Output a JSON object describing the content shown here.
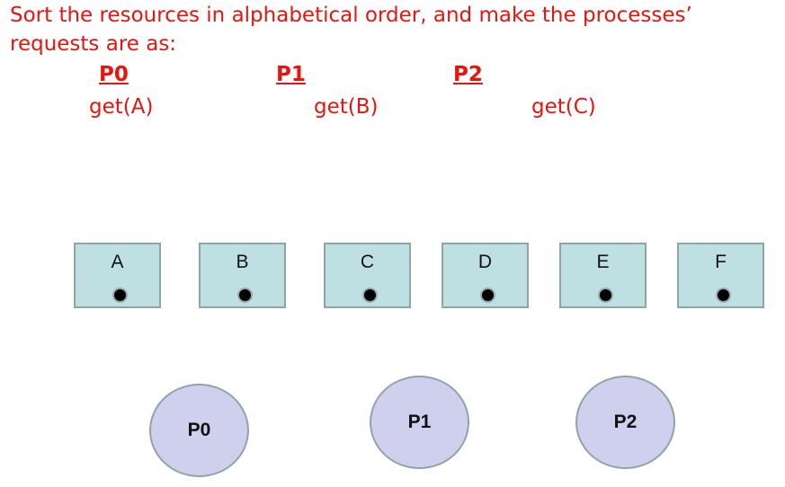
{
  "intro_text": "Sort the resources in alphabetical order, and make the processes’ requests are as:",
  "process_headers": [
    "P0",
    "P1",
    "P2"
  ],
  "requests": [
    "get(A)",
    "get(B)",
    "get(C)"
  ],
  "resources": [
    "A",
    "B",
    "C",
    "D",
    "E",
    "F"
  ],
  "process_nodes": [
    "P0",
    "P1",
    "P2"
  ],
  "colors": {
    "text_accent": "#e8150f",
    "resource_fill": "#bfe0e2",
    "resource_border": "#8ea5a7",
    "process_fill": "#cfd0ee",
    "dot": "#000000"
  }
}
